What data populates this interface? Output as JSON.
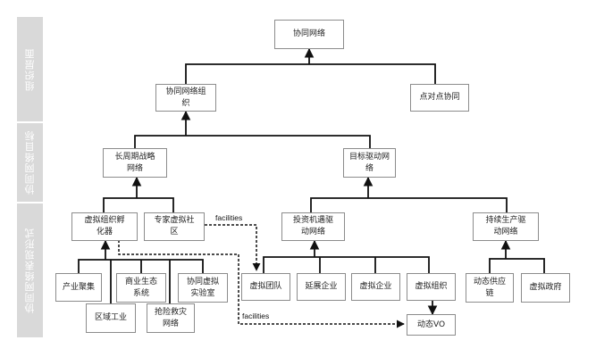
{
  "bands": [
    {
      "id": "org",
      "label": "组织层面"
    },
    {
      "id": "goal",
      "label": "协同网络目标"
    },
    {
      "id": "form",
      "label": "协同网络表现形式"
    }
  ],
  "nodes": {
    "root": "协同网络",
    "org_collab": "协同网络组\n织",
    "p2p": "点对点协同",
    "long_term": "长周期战略\n网络",
    "goal_driven": "目标驱动网\n络",
    "incubator": "虚拟组织孵\n化器",
    "expert": "专家虚拟社\n区",
    "invest": "投资机遇驱\n动网络",
    "continuous": "持续生产驱\n动网络",
    "cluster": "产业聚集",
    "regional": "区域工业",
    "ecosystem": "商业生态\n系统",
    "rescue": "抢险救灾\n网络",
    "vlab": "协同虚拟\n实验室",
    "vteam": "虚拟团队",
    "extended": "延展企业",
    "venterprise": "虚拟企业",
    "vorg": "虚拟组织",
    "dyn_vo": "动态VO",
    "supply": "动态供应\n链",
    "vgov": "虚拟政府"
  },
  "edge_labels": {
    "facilities_1": "facilities",
    "facilities_2": "facilities"
  }
}
